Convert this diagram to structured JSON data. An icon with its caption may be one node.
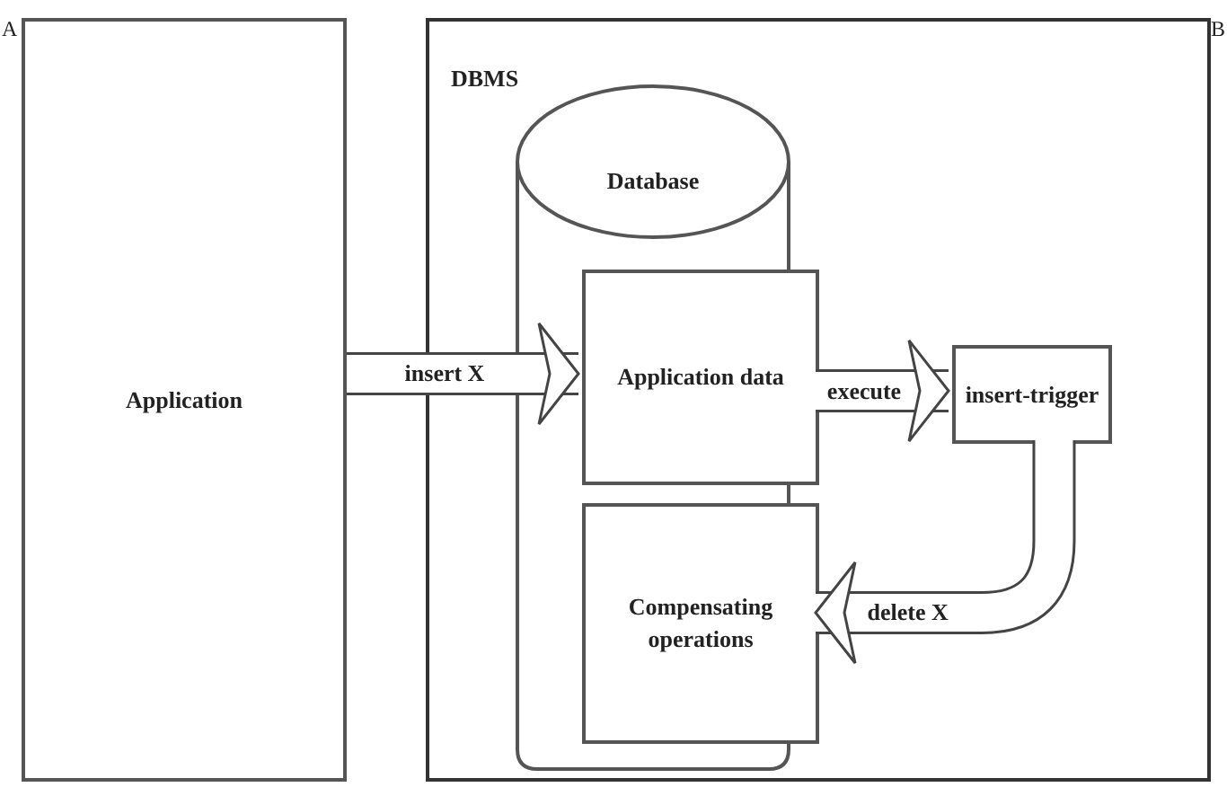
{
  "diagram": {
    "nodes": [
      {
        "text": [
          "Application"
        ]
      },
      {
        "text": [
          "DBMS"
        ]
      },
      {
        "text": [
          "Database"
        ],
        "in": 1
      },
      {
        "text": [
          "Application data"
        ],
        "in": 2
      },
      {
        "text": [
          "Compensating operations"
        ],
        "in": 2
      },
      {
        "text": [
          "insert-trigger"
        ],
        "in": 1
      }
    ],
    "edges": [
      {
        "from": 0,
        "to": 3,
        "arrow": "to",
        "label": "insert X"
      },
      {
        "from": 3,
        "to": 5,
        "arrow": "to",
        "label": "execute"
      },
      {
        "from": 5,
        "to": 4,
        "arrow": "to",
        "label": "delete X"
      }
    ],
    "labels": [
      "A",
      "B"
    ]
  }
}
